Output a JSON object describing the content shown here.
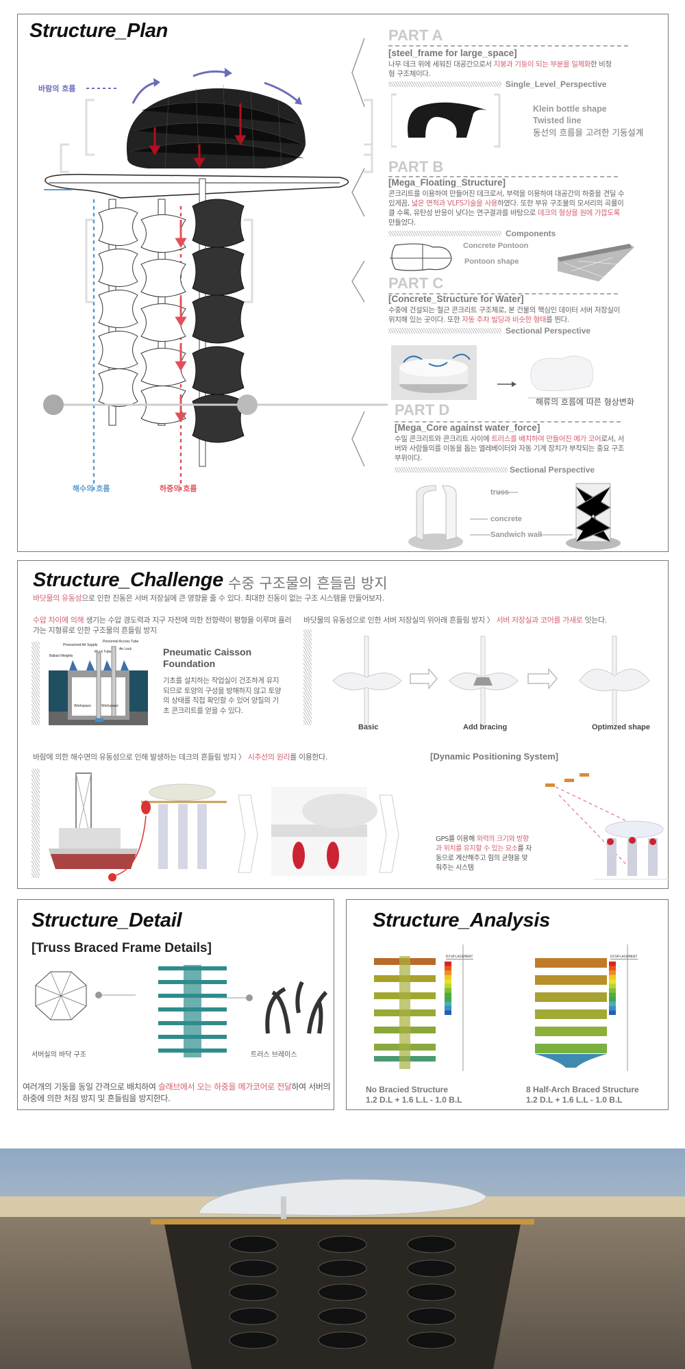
{
  "plan": {
    "title": "Structure_Plan",
    "wind_label": "바람의 흐름",
    "sea_label": "해수의 흐름",
    "load_label": "하중의 흐름",
    "parts": [
      {
        "name": "PART A",
        "heading": "[steel_frame for large_space]",
        "body": [
          {
            "t": "나무 데크 위에 세워진 대공간으로서 ",
            "hl": false
          },
          {
            "t": "지붕과 기둥이 되는 부분을 일체화",
            "hl": true
          },
          {
            "t": "한 비정형 구조체이다.",
            "hl": false
          }
        ],
        "sub": "Single_Level_Perspective",
        "notes": [
          "Klein bottle shape",
          "Twisted line",
          "동선의 흐름을 고려한 기둥설계"
        ]
      },
      {
        "name": "PART B",
        "heading": "[Mega_Floating_Structure]",
        "body": [
          {
            "t": "콘크리트를 이용하여 만들어진 데크로서, 부력을 이용하여 대공간의 하중을 견딜 수 있게끔, ",
            "hl": false
          },
          {
            "t": "넓은 면적과 VLFS기술을 사용",
            "hl": true
          },
          {
            "t": "하였다. 또한 부유 구조물의 모서리의 곡률이 클 수록, 유탄성 반응이 낮다는 연구결과를 바탕으로 ",
            "hl": false
          },
          {
            "t": "데크의 형상을 원에 가깝도록",
            "hl": true
          },
          {
            "t": " 만들었다.",
            "hl": false
          }
        ],
        "sub": "Components",
        "labels": [
          "Concrete Pontoon",
          "Pontoon shape"
        ]
      },
      {
        "name": "PART C",
        "heading": "[Concrete_Structure for Water]",
        "body": [
          {
            "t": "수중에 건설되는 철근 콘크리트 구조체로, 본 건물의 핵심인 데이터 서버 저장실이 위치해 있는 곳이다. 또한 ",
            "hl": false
          },
          {
            "t": "자동 주차 빌딩과 비슷한 형태",
            "hl": true
          },
          {
            "t": "를 띈다.",
            "hl": false
          }
        ],
        "sub": "Sectional Perspective",
        "caption": "해류의 흐름에 따른 형상변화"
      },
      {
        "name": "PART D",
        "heading": "[Mega_Core against water_force]",
        "body": [
          {
            "t": "수밀 콘크리트와 콘크리트 사이에 ",
            "hl": false
          },
          {
            "t": "트러스를 배치하여 만들어진 메가 코어",
            "hl": true
          },
          {
            "t": "로서, 서버와 사람들의를 이동을 돕는 엘레베이터와 자동 기계 장치가 부착되는 중요 구조부위이다.",
            "hl": false
          }
        ],
        "sub": "Sectional Perspective",
        "labels": [
          "truss",
          "concrete",
          "Sandwich wall"
        ]
      }
    ]
  },
  "challenge": {
    "title": "Structure_Challenge",
    "title_kr": "수중 구조물의 흔들림 방지",
    "intro": [
      {
        "t": "바닷물의 유동성",
        "hl": true
      },
      {
        "t": "으로 인한 진동은 서버 저장실에 큰 영향을 줄 수 있다. 최대한 진동이 없는 구조 시스템을 만들어보자.",
        "hl": false
      }
    ],
    "left_text": [
      {
        "t": "수압 차이에 의해",
        "hl": true
      },
      {
        "t": " 생기는 수압 경도력과 지구 자전에 의한 전향력이 평형을 이루며 흘러가는 지형류로 인한 구조물의 흔들림 방지",
        "hl": false
      }
    ],
    "caisson_title": "Pneumatic Caisson Foundation",
    "caisson_text": "기초를 설치하는 작업실이 건조하게 유지되므로 토양의 구성을 방해하지 않고 토양의 상태를 직접 확인할 수 있어 양질의 기초 콘크리트를 얻을 수 있다.",
    "caisson_labels": [
      "Pressurized Air Supply",
      "Personnel Access Tube",
      "Muck Tube",
      "Air Lock",
      "Ballast Weights",
      "Workspace",
      "Workspace"
    ],
    "right_text": [
      {
        "t": "바닷물의 유동성으로 인한 서버 저장실의 위아래 흔들림 방지 〉 ",
        "hl": false
      },
      {
        "t": "서버 저장실과 코어를 가새로",
        "hl": true
      },
      {
        "t": " 잇는다.",
        "hl": false
      }
    ],
    "shapes": [
      "Basic",
      "Add bracing",
      "Optimzed shape"
    ],
    "row2_text": [
      {
        "t": "바람에 의한 해수면의 유동성으로 인해 발생하는 데크의 흔들림 방지 〉 ",
        "hl": false
      },
      {
        "t": "시추선의 원리",
        "hl": true
      },
      {
        "t": "를 이용한다.",
        "hl": false
      }
    ],
    "dps_title": "[Dynamic Positioning System]",
    "dps_text": [
      {
        "t": "GPS를 이용해 ",
        "hl": false
      },
      {
        "t": "외력의 크기와 방향과 위치를 유지할 수 있는 요소",
        "hl": true
      },
      {
        "t": "를 자동으로 계산해주고 힘의 균형을 맞춰주는 시스템",
        "hl": false
      }
    ]
  },
  "detail": {
    "title": "Structure_Detail",
    "subtitle": "[Truss Braced Frame Details]",
    "left_caption": "서버실의 바닥 구조",
    "right_caption": "트러스 브레이스",
    "text": [
      {
        "t": "여러개의 기둥을 동일 간격으로 배치하여 ",
        "hl": false
      },
      {
        "t": "슬래브에서 오는 하중을 메가코어로 전달",
        "hl": true
      },
      {
        "t": "하여 서버의 하중에 의한 처짐 방지 및 흔들림을 방지한다.",
        "hl": false
      }
    ]
  },
  "analysis": {
    "title": "Structure_Analysis",
    "models": [
      {
        "name": "No Bracied Structure",
        "load": "1.2 D.L + 1.6 L.L - 1.0 B.L",
        "legend_head": "DISPLACEMENT"
      },
      {
        "name": "8 Half-Arch Braced Structure",
        "load": "1.2 D.L + 1.6 L.L - 1.0 B.L",
        "legend_head": "DISPLACEMENT"
      }
    ],
    "legend_colors": [
      "#d7261e",
      "#e8551f",
      "#f08a22",
      "#f3c425",
      "#e6e22a",
      "#b9d42c",
      "#7fc034",
      "#4fae3a",
      "#3ea64f",
      "#45b3a8",
      "#3b8fc9",
      "#2360b5"
    ]
  },
  "colors": {
    "accent": "#d4606f",
    "wind": "#6a6cb8",
    "sea": "#5a9bd0",
    "load": "#e0505a"
  }
}
